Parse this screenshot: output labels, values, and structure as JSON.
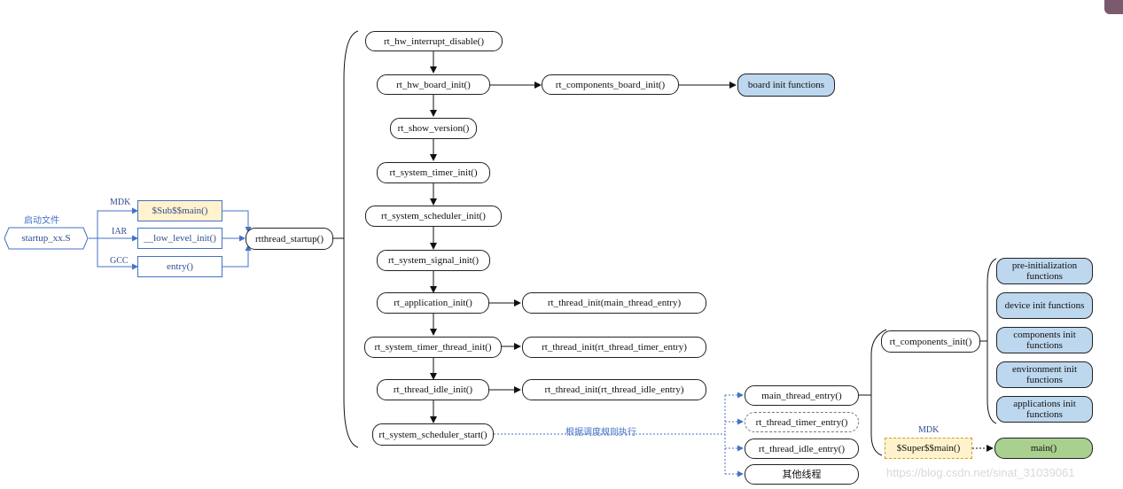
{
  "startup": {
    "file_label": "启动文件",
    "file_name": "startup_xx.S",
    "compilers": [
      {
        "label": "MDK",
        "entry": "$Sub$$main()"
      },
      {
        "label": "IAR",
        "entry": "__low_level_init()"
      },
      {
        "label": "GCC",
        "entry": "entry()"
      }
    ],
    "rtthread_startup": "rtthread_startup()"
  },
  "sequence": [
    "rt_hw_interrupt_disable()",
    "rt_hw_board_init()",
    "rt_show_version()",
    "rt_system_timer_init()",
    "rt_system_scheduler_init()",
    "rt_system_signal_init()",
    "rt_application_init()",
    "rt_system_timer_thread_init()",
    "rt_thread_idle_init()",
    "rt_system_scheduler_start()"
  ],
  "board": {
    "components_board_init": "rt_components_board_init()",
    "board_init_functions": "board init functions"
  },
  "thread_inits": [
    "rt_thread_init(main_thread_entry)",
    "rt_thread_init(rt_thread_timer_entry)",
    "rt_thread_init(rt_thread_idle_entry)"
  ],
  "scheduler_note": "根据调度规则执行",
  "threads": [
    "main_thread_entry()",
    "rt_thread_timer_entry()",
    "rt_thread_idle_entry()",
    "其他线程"
  ],
  "components_init": "rt_components_init()",
  "init_functions": [
    "pre-initialization functions",
    "device init functions",
    "components init functions",
    "environment init functions",
    "applications init functions"
  ],
  "main_path": {
    "compiler_label": "MDK",
    "super_main": "$Super$$main()",
    "main": "main()"
  },
  "watermark": "https://blog.csdn.net/sinat_31039061",
  "colors": {
    "blue_line": "#4472c4",
    "blue_fill": "#bdd7ee",
    "green_fill": "#a9d08e",
    "yellow_fill": "#fff2cc"
  }
}
